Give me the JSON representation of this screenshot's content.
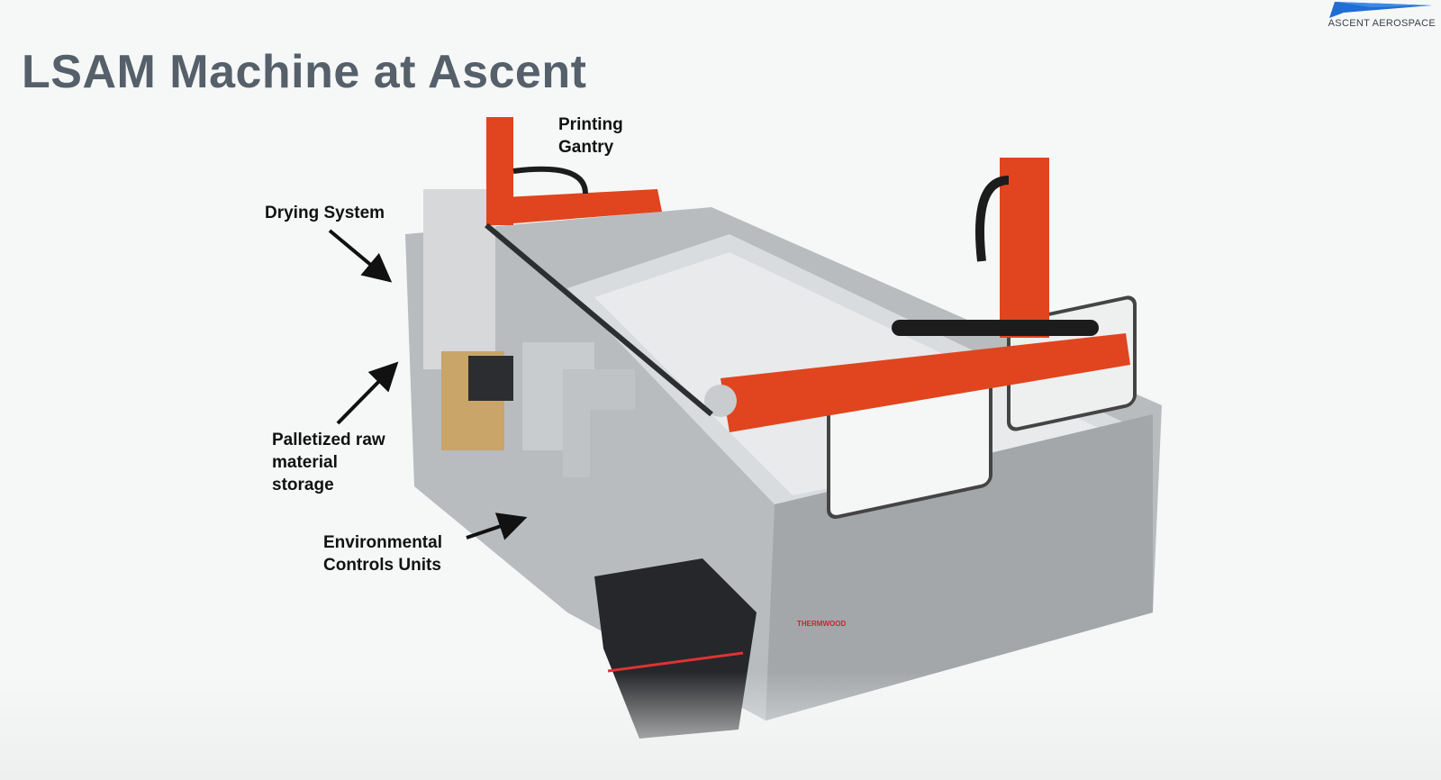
{
  "slide": {
    "title": "LSAM Machine at Ascent",
    "logo": {
      "text": "ASCENT AEROSPACE",
      "icon": "swoosh-logo-icon",
      "color": "#1f6ed4"
    },
    "image": {
      "subject": "LSAM large-scale additive manufacturing machine",
      "accent_color": "#e0451f",
      "body_color": "#9fa3a6",
      "brand_mark": "THERMWOOD"
    },
    "callouts": [
      {
        "id": "printing-gantry",
        "text": "Printing Gantry",
        "lines": [
          "Printing",
          "Gantry"
        ]
      },
      {
        "id": "drying-system",
        "text": "Drying System",
        "lines": [
          "Drying System"
        ]
      },
      {
        "id": "palletized-storage",
        "text": "Palletized raw material storage",
        "lines": [
          "Palletized raw",
          "material",
          "storage"
        ]
      },
      {
        "id": "environmental-controls",
        "text": "Environmental Controls Units",
        "lines": [
          "Environmental",
          "Controls Units"
        ]
      }
    ]
  }
}
